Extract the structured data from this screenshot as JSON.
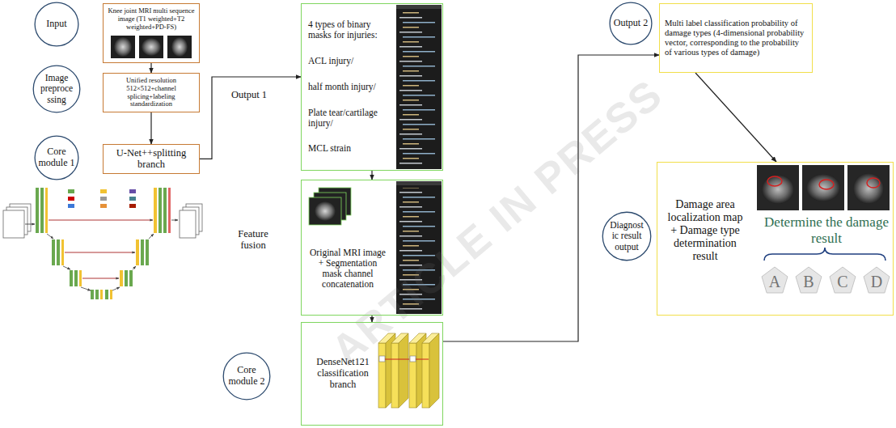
{
  "diagram": {
    "nodes": [
      {
        "text": [
          "Input"
        ]
      },
      {
        "text": [
          "Knee joint MRI multi sequence image (T1 weighted+T2 weighted+PD-FS)"
        ]
      },
      {
        "text": [
          "Image preproce ssing"
        ]
      },
      {
        "text": [
          "Unified resolution 512×512+channel splicing+labeling standardization"
        ]
      },
      {
        "text": [
          "Core module 1"
        ]
      },
      {
        "text": [
          "U-Net++splitting branch"
        ]
      },
      {
        "text": [
          "4 types of binary masks for injuries:",
          "ACL injury/",
          "half month injury/",
          "Plate tear/cartilage injury/",
          "MCL strain"
        ]
      },
      {
        "text": [
          "Original MRI image + Segmentation mask channel concatenation"
        ]
      },
      {
        "text": [
          "Core module 2"
        ]
      },
      {
        "text": [
          "DenseNet121 classification branch"
        ]
      },
      {
        "text": [
          "Output 2"
        ]
      },
      {
        "text": [
          "Multi label classification probability of damage types (4-dimensional probability vector, corresponding to the probability of various types of damage)"
        ]
      },
      {
        "text": [
          "Diagnost ic result output"
        ]
      },
      {
        "text": [
          "Damage area localization map + Damage type determination result",
          "Determine the damage result"
        ]
      },
      {
        "text": [
          "A"
        ],
        "in": 13
      },
      {
        "text": [
          "B"
        ],
        "in": 13
      },
      {
        "text": [
          "C"
        ],
        "in": 13
      },
      {
        "text": [
          "D"
        ],
        "in": 13
      }
    ],
    "edges": [
      {
        "from": 1,
        "to": 3,
        "arrow": "to"
      },
      {
        "from": 3,
        "to": 5,
        "arrow": "to"
      },
      {
        "from": 5,
        "to": 6,
        "arrow": "to"
      },
      {
        "from": 6,
        "to": 7,
        "arrow": "to"
      },
      {
        "from": 7,
        "to": 9,
        "arrow": "to"
      },
      {
        "from": 9,
        "to": 11,
        "arrow": "to"
      },
      {
        "from": 11,
        "to": 13,
        "arrow": "to"
      }
    ],
    "labels": [
      "Output 1",
      "Feature fusion",
      "ARTICLE IN PRESS"
    ]
  }
}
